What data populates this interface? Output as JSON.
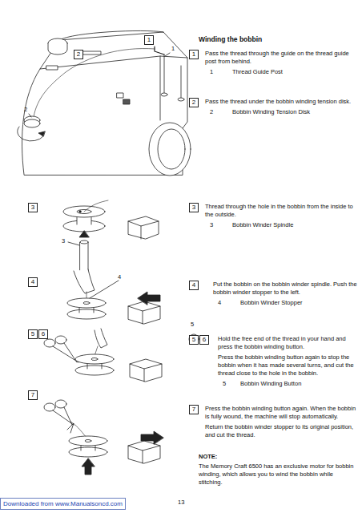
{
  "diagram": {
    "title": "Winding the bobbin",
    "nodes": [
      {
        "text": [
          "1"
        ]
      },
      {
        "text": [
          "2"
        ]
      },
      {
        "text": [
          "1"
        ]
      },
      {
        "text": [
          "2"
        ]
      },
      {
        "text": [
          "3"
        ]
      },
      {
        "text": [
          "3"
        ]
      },
      {
        "text": [
          "4"
        ]
      },
      {
        "text": [
          "4"
        ]
      },
      {
        "text": [
          "5"
        ]
      },
      {
        "text": [
          "6"
        ]
      },
      {
        "text": [
          "5"
        ]
      },
      {
        "text": [
          "6"
        ]
      },
      {
        "text": [
          "7"
        ]
      },
      {
        "text": [
          "7"
        ]
      }
    ],
    "labels": [
      "1",
      "2",
      "3",
      "4",
      "5",
      "Pass the thread through the guide on the thread guide post from behind.",
      "1",
      "Thread Guide Post",
      "Pass the thread under the bobbin winding tension disk.",
      "2",
      "Bobbin Winding Tension Disk",
      "Thread through the hole in the bobbin from the inside to the outside.",
      "3",
      "Bobbin Winder Spindle",
      "Put the bobbin on the bobbin winder spindle. Push the bobbin winder stopper to the left.",
      "4",
      "Bobbin Winder Stopper",
      "Hold the free end of the thread in your hand and press the bobbin winding button.",
      "Press the bobbin winding button again to stop the bobbin when it has made several turns, and cut the thread close to the hole in the bobbin.",
      "5",
      "Bobbin Winding Button",
      "Press the bobbin winding button again. When the bobbin is fully wound, the machine will stop automatically.",
      "Return the bobbin winder stopper to its original position, and cut the thread.",
      "NOTE:",
      "The Memory Craft 6500 has an exclusive motor for bobbin winding, which allows you to wind the bobbin while stitching.",
      "13",
      "Downloaded from www.Manualsoncd.com"
    ]
  }
}
